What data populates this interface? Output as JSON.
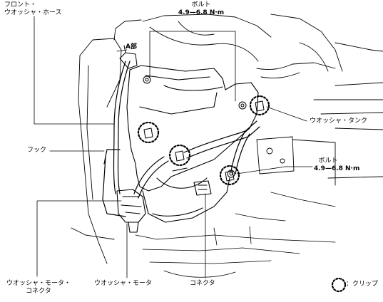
{
  "labels": {
    "front_washer_hose_line1": "フロント・",
    "front_washer_hose_line2": "ウオッシャ・ホース",
    "bolt_top": "ボルト",
    "bolt_top_torque": "4.9—6.8 N·m",
    "part_a": "A部",
    "washer_tank": "ウオッシャ・タンク",
    "hook": "フック",
    "bolt_right": "ボルト",
    "bolt_right_torque": "4.9—6.8 N·m",
    "motor_connector_line1": "ウオッシャ・モータ・",
    "motor_connector_line2": "コネクタ",
    "washer_motor": "ウオッシャ・モータ",
    "connector": "コネクタ",
    "clip_legend": "：クリップ"
  }
}
